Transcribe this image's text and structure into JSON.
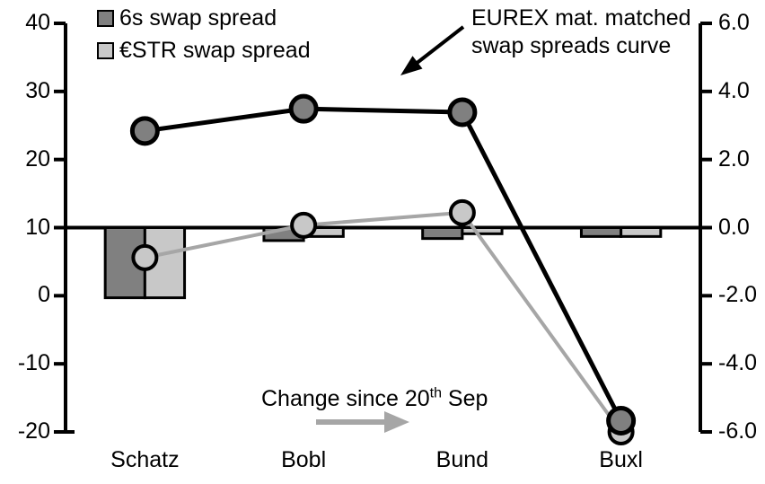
{
  "chart_data": {
    "type": "bar",
    "title": "",
    "subtitle": "",
    "categories": [
      "Schatz",
      "Bobl",
      "Bund",
      "Buxl"
    ],
    "xlabel": "",
    "ylabel_left": "",
    "ylabel_right": "",
    "left_axis": {
      "ticks": [
        "40",
        "30",
        "20",
        "10",
        "0",
        "-10",
        "-20"
      ],
      "values": [
        40,
        30,
        20,
        10,
        0,
        -10,
        -20
      ],
      "ylim": [
        -20,
        40
      ],
      "zero_reference_tick": 10
    },
    "right_axis": {
      "ticks": [
        "6.0",
        "4.0",
        "2.0",
        "0.0",
        "-2.0",
        "-4.0",
        "-6.0"
      ],
      "values": [
        6.0,
        4.0,
        2.0,
        0.0,
        -2.0,
        -4.0,
        -6.0
      ],
      "ylim": [
        -6.0,
        6.0
      ]
    },
    "grid": false,
    "legend_position": "top-left",
    "series": [
      {
        "name": "6s swap spread",
        "type": "bar",
        "axis": "left",
        "color": "#808080",
        "edge": "#000000",
        "values": [
          -10.3,
          -1.9,
          -1.6,
          -1.3
        ]
      },
      {
        "name": "€STR swap spread",
        "type": "bar",
        "axis": "left",
        "color": "#c8c8c8",
        "edge": "#000000",
        "values": [
          -10.3,
          -1.3,
          -0.9,
          -1.3
        ]
      },
      {
        "name": "EUREX mat. matched swap spreads curve",
        "type": "line",
        "axis": "right",
        "color": "#000000",
        "marker_fill": "#808080",
        "values": [
          2.84,
          3.49,
          3.39,
          -5.67
        ]
      },
      {
        "name": "Change since 20th Sep",
        "type": "line",
        "axis": "right",
        "color": "#a6a6a6",
        "marker_fill": "#c8c8c8",
        "values": [
          -0.88,
          0.07,
          0.44,
          -6.0
        ]
      }
    ],
    "annotations": [
      {
        "id": "eurex-callout",
        "line1": "EUREX mat. matched",
        "line2": "swap spreads curve",
        "arrow": "diagonal-down-left"
      },
      {
        "id": "change-callout",
        "text_prefix": "Change since 20",
        "text_sup": "th",
        "text_suffix": " Sep",
        "arrow": "right"
      }
    ]
  },
  "legend": {
    "items": [
      {
        "label": "6s swap spread",
        "color": "#808080"
      },
      {
        "label": "€STR swap spread",
        "color": "#c8c8c8"
      }
    ]
  },
  "axes": {
    "left_ticks": [
      "40",
      "30",
      "20",
      "10",
      "0",
      "-10",
      "-20"
    ],
    "right_ticks": [
      "6.0",
      "4.0",
      "2.0",
      "0.0",
      "-2.0",
      "-4.0",
      "-6.0"
    ],
    "categories": [
      "Schatz",
      "Bobl",
      "Bund",
      "Buxl"
    ]
  },
  "annotations": {
    "eurex_line1": "EUREX mat. matched",
    "eurex_line2": "swap spreads curve",
    "change_prefix": "Change since 20",
    "change_sup": "th",
    "change_suffix": " Sep"
  },
  "colors": {
    "bar_dark": "#808080",
    "bar_light": "#c8c8c8",
    "line_dark": "#000000",
    "line_light": "#a6a6a6",
    "axis": "#000000"
  }
}
